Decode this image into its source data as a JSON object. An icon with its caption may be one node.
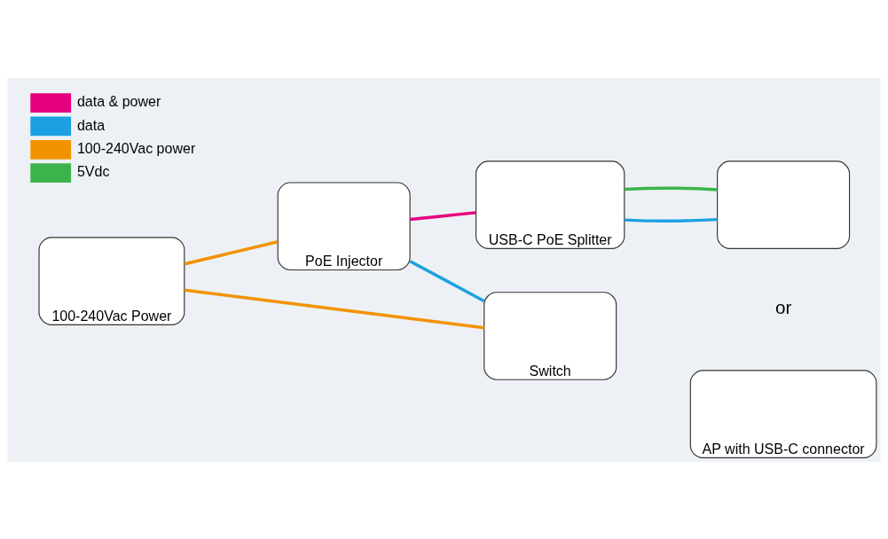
{
  "diagram": {
    "nodes": [
      {
        "text": [],
        "shape": "box"
      },
      {
        "text": [
          "AP with USB-C connector"
        ]
      },
      {
        "text": [
          "PoE Injector"
        ]
      },
      {
        "text": [
          "100-240Vac Power"
        ]
      },
      {
        "text": [
          "USB-C PoE Splitter"
        ]
      },
      {
        "text": [
          "Switch"
        ]
      }
    ],
    "edges": [
      {
        "from": 3,
        "to": 2,
        "arrow": "none",
        "color": "#f39200"
      },
      {
        "from": 3,
        "to": 5,
        "arrow": "none",
        "color": "#f39200"
      },
      {
        "from": 2,
        "to": 5,
        "arrow": "none",
        "color": "#1ba1e2"
      },
      {
        "from": 2,
        "to": 4,
        "arrow": "none",
        "color": "#e6007e"
      },
      {
        "from": 4,
        "to": 0,
        "arrow": "none",
        "color": "#1ba1e2"
      },
      {
        "from": 4,
        "to": 0,
        "arrow": "none",
        "color": "#3bb54a"
      }
    ],
    "labels": [
      "or"
    ],
    "legend": [
      {
        "text": "data & power",
        "color": "#e6007e"
      },
      {
        "text": "data",
        "color": "#1ba1e2"
      },
      {
        "text": "100-240Vac power",
        "color": "#f39200"
      },
      {
        "text": "5Vdc",
        "color": "#3bb54a"
      }
    ]
  }
}
